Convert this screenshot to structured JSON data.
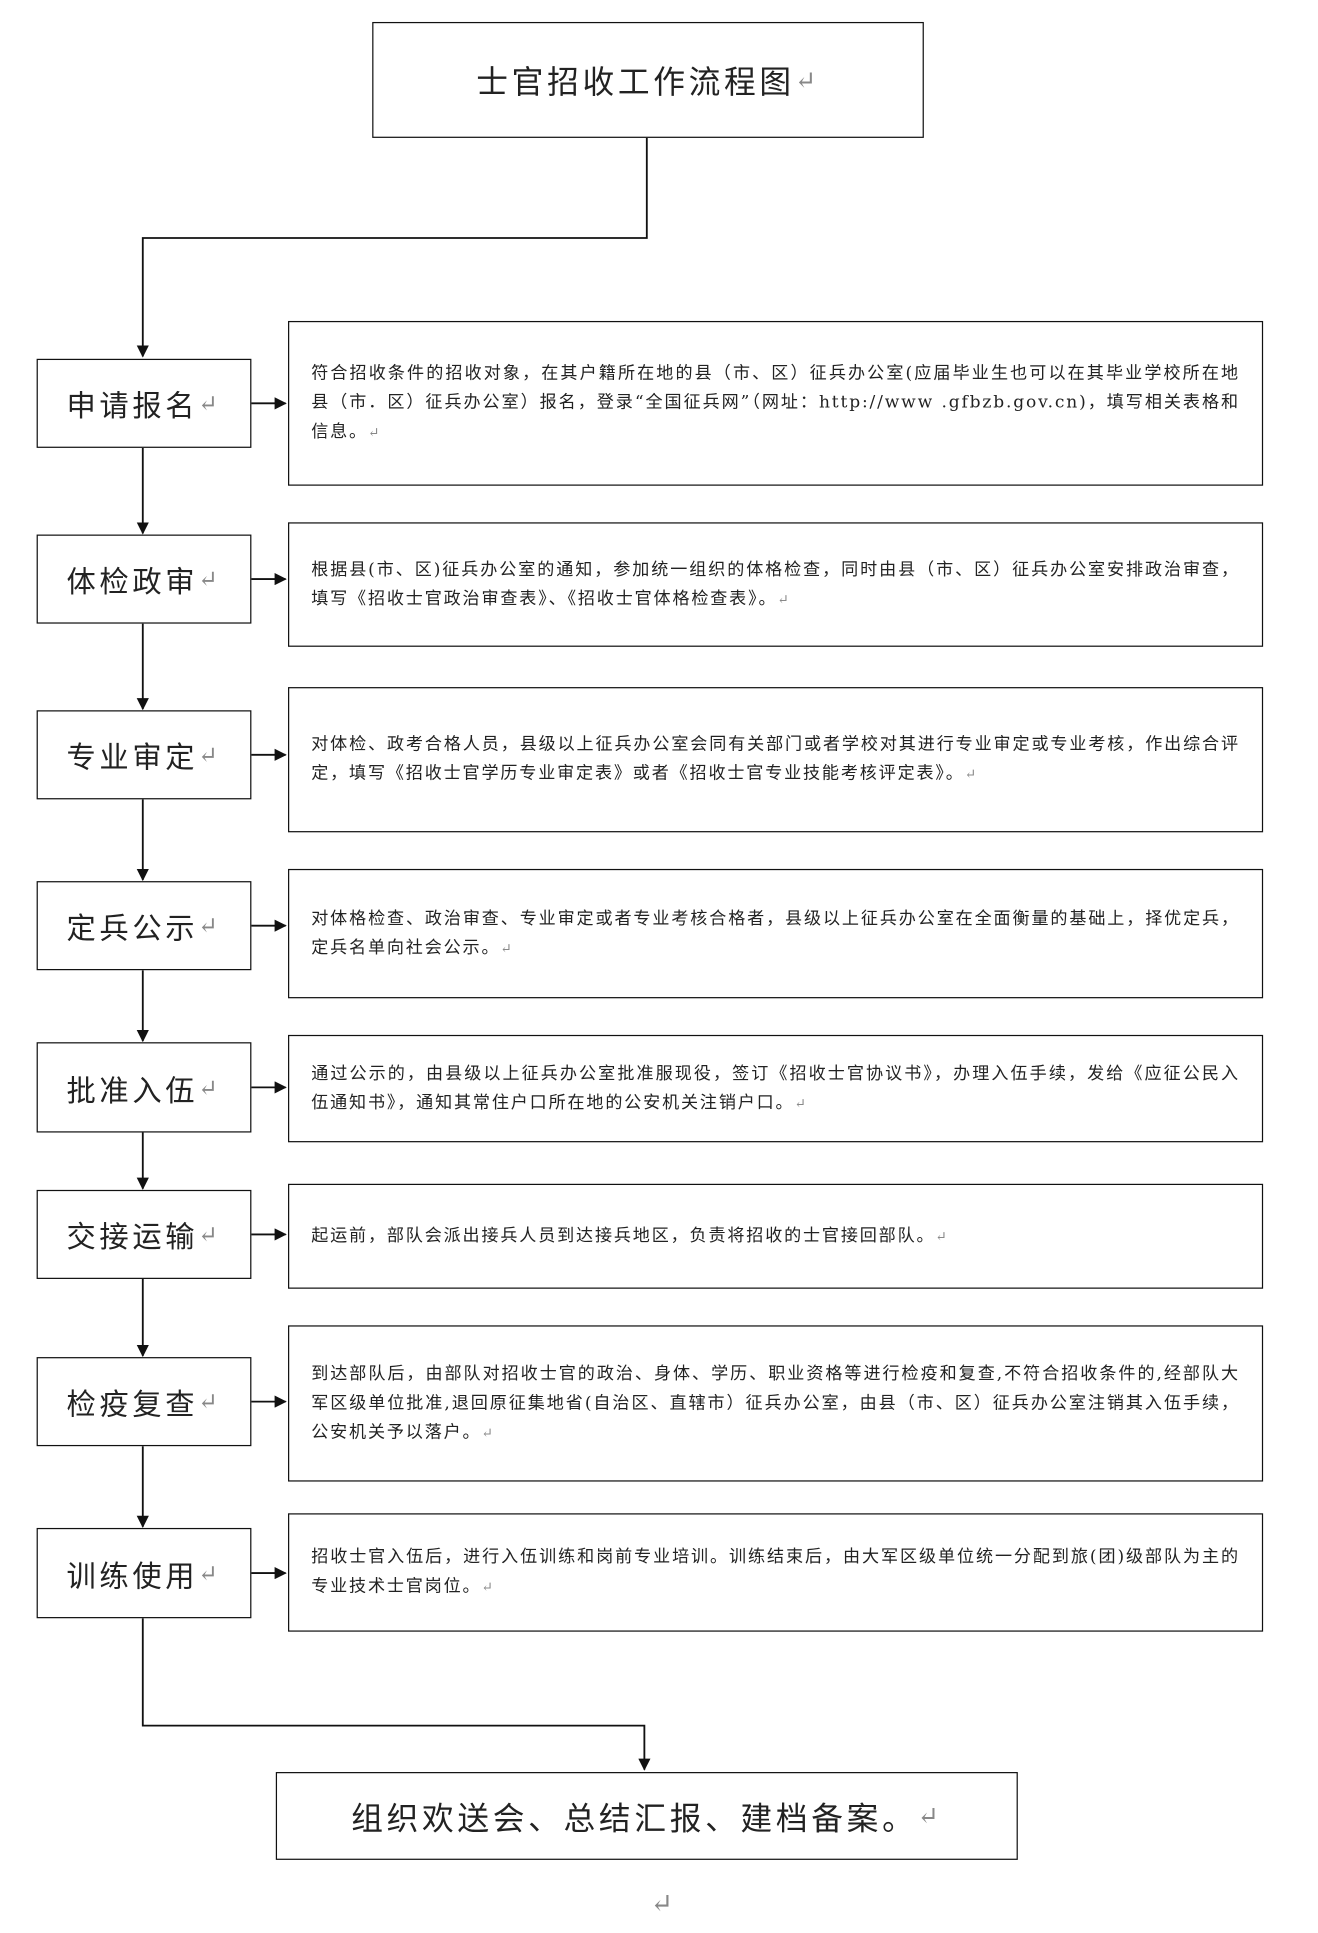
{
  "title": "士官招收工作流程图",
  "steps": [
    {
      "label": "申请报名",
      "desc": "符合招收条件的招收对象，在其户籍所在地的县（市、区）征兵办公室(应届毕业生也可以在其毕业学校所在地县（市．区）征兵办公室）报名，登录“全国征兵网”（网址：http://www .gfbzb.gov.cn)，填写相关表格和信息。"
    },
    {
      "label": "体检政审",
      "desc": "根据县(市、区)征兵办公室的通知，参加统一组织的体格检查，同时由县（市、区）征兵办公室安排政治审查，填写《招收士官政治审查表》、《招收士官体格检查表》。"
    },
    {
      "label": "专业审定",
      "desc": "对体检、政考合格人员，县级以上征兵办公室会同有关部门或者学校对其进行专业审定或专业考核，作出综合评定，填写《招收士官学历专业审定表》或者《招收士官专业技能考核评定表》。"
    },
    {
      "label": "定兵公示",
      "desc": "对体格检查、政治审查、专业审定或者专业考核合格者，县级以上征兵办公室在全面衡量的基础上，择优定兵，定兵名单向社会公示。"
    },
    {
      "label": "批准入伍",
      "desc": "通过公示的，由县级以上征兵办公室批准服现役，签订《招收士官协议书》，办理入伍手续，发给《应征公民入伍通知书》，通知其常住户口所在地的公安机关注销户口。"
    },
    {
      "label": "交接运输",
      "desc": "起运前，部队会派出接兵人员到达接兵地区，负责将招收的士官接回部队。"
    },
    {
      "label": "检疫复查",
      "desc": "到达部队后，由部队对招收士官的政治、身体、学历、职业资格等进行检疫和复查,不符合招收条件的,经部队大军区级单位批准,退回原征集地省(自治区、直辖市）征兵办公室，由县（市、区）征兵办公室注销其入伍手续，公安机关予以落户。"
    },
    {
      "label": "训练使用",
      "desc": "招收士官入伍后，进行入伍训练和岗前专业培训。训练结束后，由大军区级单位统一分配到旅(团)级部队为主的专业技术士官岗位。"
    }
  ],
  "final": "组织欢送会、总结汇报、建档备案。",
  "paragraph_mark": "↵"
}
